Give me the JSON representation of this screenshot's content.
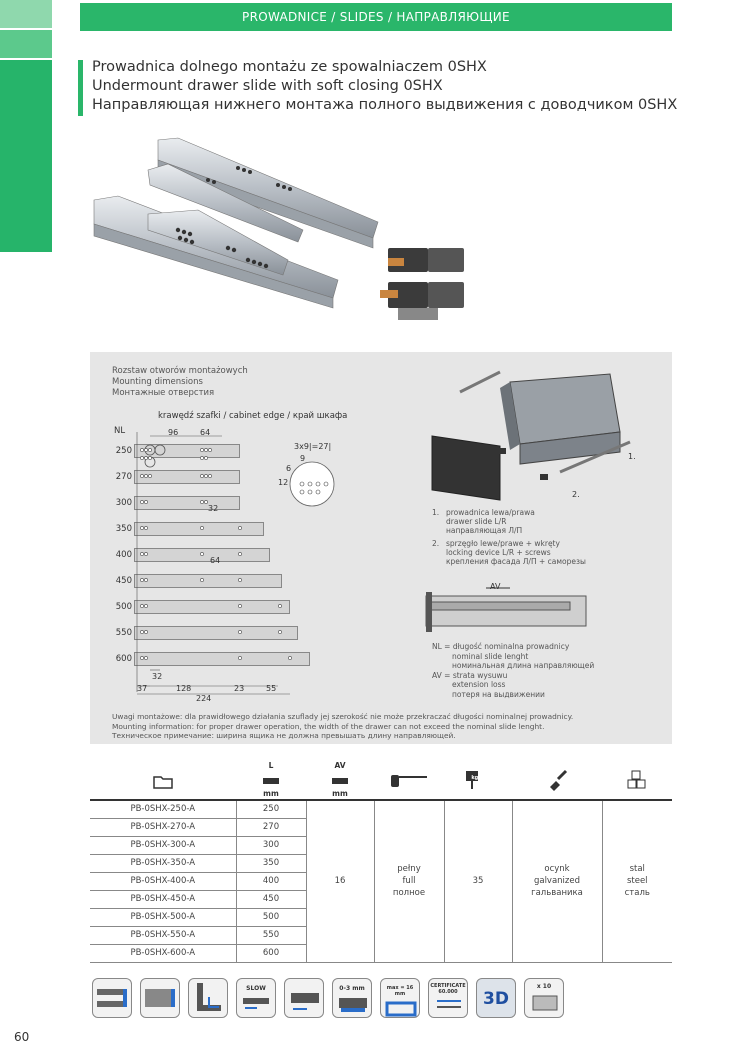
{
  "header": {
    "section": "PROWADNICE / SLIDES / НАПРАВЛЯЮЩИЕ"
  },
  "titles": {
    "pl": "Prowadnica dolnego montażu ze spowalniaczem 0SHX",
    "en": "Undermount drawer slide with soft closing 0SHX",
    "ru": "Направляющая нижнего монтажа полного выдвижения с доводчиком 0SHX"
  },
  "dimensions": {
    "heading_pl": "Rozstaw otworów montażowych",
    "heading_en": "Mounting dimensions",
    "heading_ru": "Монтажные отверстия",
    "edge_label": "krawędź szafki / cabinet edge / край шкафа",
    "nl": "NL",
    "rows": [
      "250",
      "270",
      "300",
      "350",
      "400",
      "450",
      "500",
      "550",
      "600"
    ],
    "d96": "96",
    "d64": "64",
    "d32a": "32",
    "d64b": "64",
    "d32": "32",
    "d37": "37",
    "d128": "128",
    "d224": "224",
    "d23": "23",
    "d55": "55",
    "hole_spacing": "3x9|=27|",
    "d12": "12",
    "d9": "9",
    "d6": "6",
    "av": "AV",
    "n1": "1.",
    "n2": "2."
  },
  "legend": [
    {
      "n": "1.",
      "l1": "prowadnica lewa/prawa",
      "l2": "drawer slide L/R",
      "l3": "направляющая Л/П"
    },
    {
      "n": "2.",
      "l1": "sprzęgło lewe/prawe + wkręty",
      "l2": "locking device L/R + screws",
      "l3": "крепления фасада Л/П + саморезы"
    }
  ],
  "av_legend": {
    "nl1": "NL = długość nominalna prowadnicy",
    "nl2": "nominal slide lenght",
    "nl3": "номинальная длина направляющей",
    "av1": "AV = strata wysuwu",
    "av2": "extension loss",
    "av3": "потеря на выдвижении"
  },
  "notes": {
    "pl": "Uwagi montażowe: dla prawidłowego działania szuflady jej szerokość nie może przekraczać długości nominalnej prowadnicy.",
    "en": "Mounting information: for proper drawer operation, the width of the drawer can not exceed the nominal slide lenght.",
    "ru": "Техническое примечание: ширина ящика не должна превышать длину направляющей."
  },
  "table": {
    "h_l": "L",
    "h_mm": "mm",
    "h_av": "AV",
    "h_mm2": "mm",
    "h_kg": "kg",
    "rows": [
      {
        "code": "PB-0SHX-250-A",
        "len": "250"
      },
      {
        "code": "PB-0SHX-270-A",
        "len": "270"
      },
      {
        "code": "PB-0SHX-300-A",
        "len": "300"
      },
      {
        "code": "PB-0SHX-350-A",
        "len": "350"
      },
      {
        "code": "PB-0SHX-400-A",
        "len": "400"
      },
      {
        "code": "PB-0SHX-450-A",
        "len": "450"
      },
      {
        "code": "PB-0SHX-500-A",
        "len": "500"
      },
      {
        "code": "PB-0SHX-550-A",
        "len": "550"
      },
      {
        "code": "PB-0SHX-600-A",
        "len": "600"
      }
    ],
    "av": "16",
    "ext1": "pełny",
    "ext2": "full",
    "ext3": "полное",
    "load": "35",
    "fin1": "ocynk",
    "fin2": "galvanized",
    "fin3": "гальваника",
    "mat1": "stal",
    "mat2": "steel",
    "mat3": "сталь"
  },
  "features": {
    "slow": "SLOW",
    "range": "0-3 mm",
    "max": "max = 16 mm",
    "cert1": "CERTIFICATE",
    "cert2": "60.000",
    "three_d": "3D",
    "pack": "x 10"
  },
  "page_number": "60"
}
